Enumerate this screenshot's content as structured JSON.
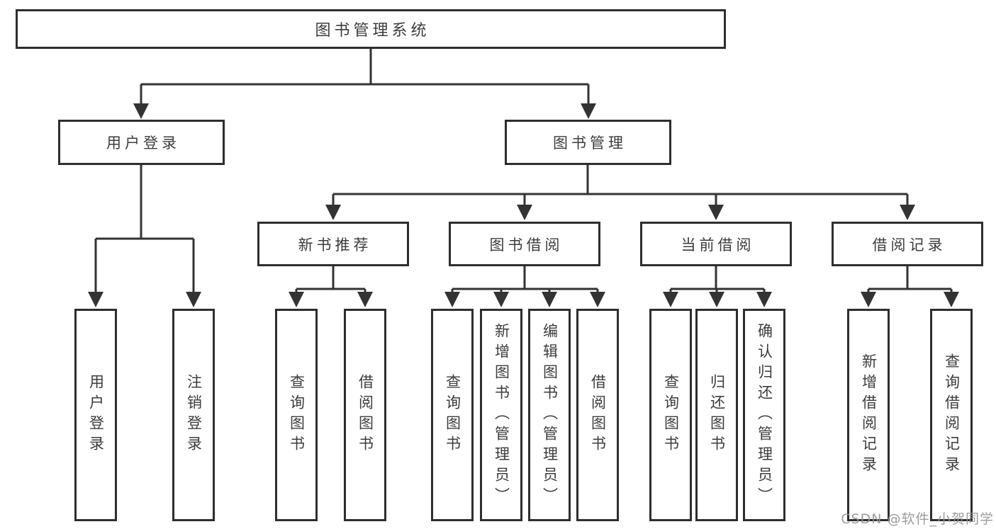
{
  "colors": {
    "background": "#ffffff",
    "box_border": "#2e2e2e",
    "connector_line": "#333333",
    "text": "#3c3c3c",
    "watermark": "#949494"
  },
  "tree": {
    "root": {
      "label": "图书管理系统"
    },
    "level2": {
      "user_login": {
        "label": "用户登录"
      },
      "book_management": {
        "label": "图书管理"
      }
    },
    "level3": {
      "new_book_recommend": {
        "label": "新书推荐"
      },
      "book_borrow": {
        "label": "图书借阅"
      },
      "current_borrow": {
        "label": "当前借阅"
      },
      "borrow_records": {
        "label": "借阅记录"
      }
    },
    "leaves": {
      "user_login_children": [
        {
          "label": "用户登录"
        },
        {
          "label": "注销登录"
        }
      ],
      "new_book_children": [
        {
          "label": "查询图书"
        },
        {
          "label": "借阅图书"
        }
      ],
      "book_borrow_children": [
        {
          "label": "查询图书"
        },
        {
          "label": "新增图书（管理员）"
        },
        {
          "label": "编辑图书（管理员）"
        },
        {
          "label": "借阅图书"
        }
      ],
      "current_borrow_children": [
        {
          "label": "查询图书"
        },
        {
          "label": "归还图书"
        },
        {
          "label": "确认归还（管理员）"
        }
      ],
      "borrow_records_children": [
        {
          "label": "新增借阅记录"
        },
        {
          "label": "查询借阅记录"
        }
      ]
    }
  },
  "watermark": {
    "text": "CSDN @软件_小贺同学"
  }
}
